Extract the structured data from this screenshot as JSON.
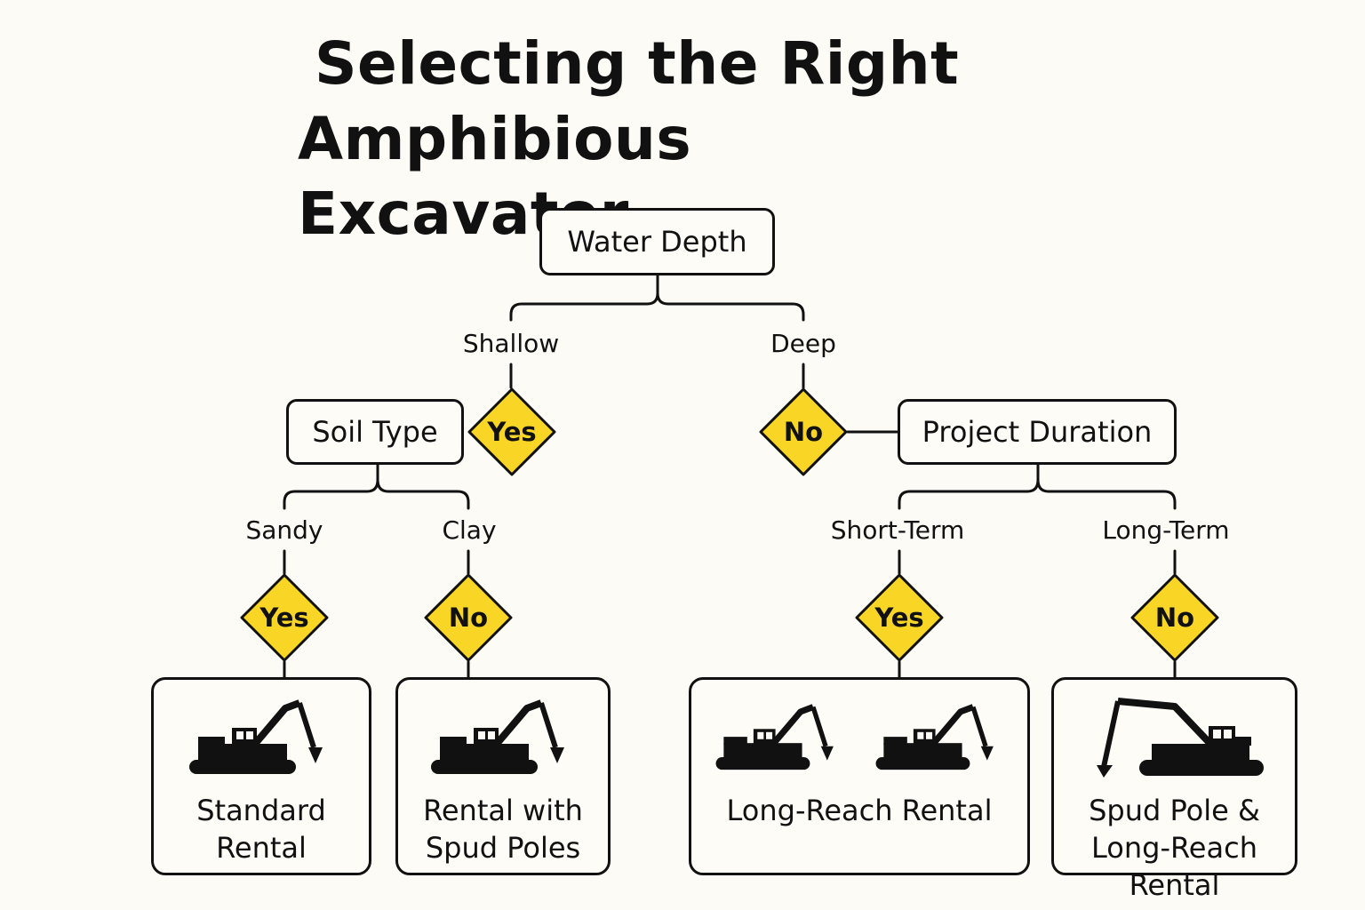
{
  "title": {
    "line1": "Selecting the Right",
    "line2": "Amphibious Excavator"
  },
  "nodes": {
    "root": "Water Depth",
    "left_decision": "Soil Type",
    "right_decision": "Project Duration"
  },
  "branches": {
    "shallow": "Shallow",
    "deep": "Deep",
    "sandy": "Sandy",
    "clay": "Clay",
    "short_term": "Short-Term",
    "long_term": "Long-Term"
  },
  "answers": {
    "shallow": "Yes",
    "deep": "No",
    "sandy": "Yes",
    "clay": "No",
    "short_term": "Yes",
    "long_term": "No"
  },
  "results": {
    "standard": {
      "line1": "Standard",
      "line2": "Rental",
      "icon": "excavator-icon"
    },
    "spud": {
      "line1": "Rental with",
      "line2": "Spud Poles",
      "icon": "excavator-icon"
    },
    "long_reach": {
      "line1": "Long-Reach Rental",
      "icon": "excavator-icon"
    },
    "spud_long": {
      "line1": "Spud Pole &",
      "line2": "Long-Reach Rental",
      "icon": "long-reach-excavator-icon"
    }
  },
  "colors": {
    "accent": "#f9d625",
    "line": "#111111",
    "background": "#fcfbf6"
  }
}
